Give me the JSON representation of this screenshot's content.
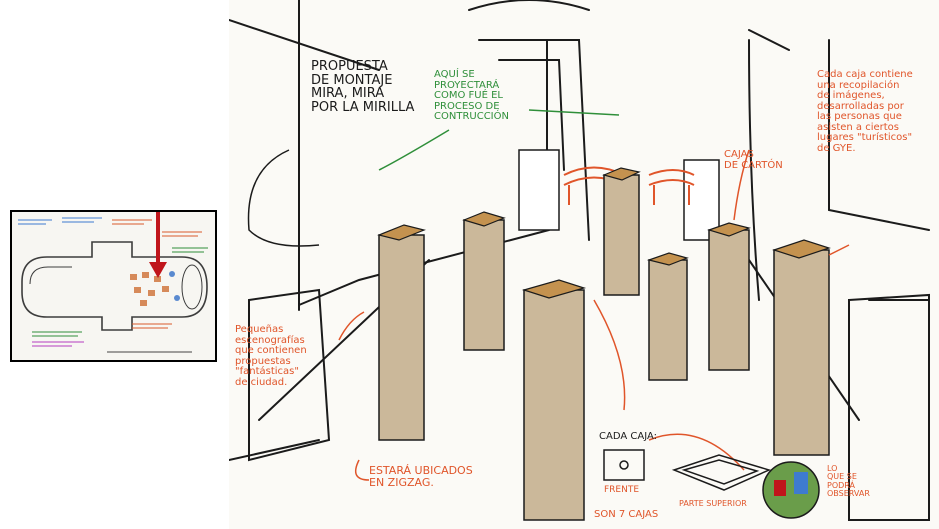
{
  "colors": {
    "ink": "#1b1b1b",
    "green": "#2f8f3a",
    "orange": "#e0552a",
    "box": "#cbb89a",
    "red_arrow": "#c0151b"
  },
  "sketch": {
    "title": "PROPUESTA\nDE MONTAJE\nMIRA, MIRA\nPOR LA MIRILLA",
    "green_note": "AQUÍ SE\nPROYECTARÁ\nCOMO FUÉ EL\nPROCESO DE\nCONTRUCCIÓN",
    "right_note": "Cada caja contiene\nuna recopilación\nde imágenes,\ndesarrolladas por\nlas personas que\nasisten a ciertos\nlugares \"turísticos\"\nde GYE.",
    "cajas_note": "CAJAS\nDE CARTÓN",
    "left_note": "Pequeñas\nescenografías\nque contienen\npropuestas\n\"fantásticas\"\nde ciudad.",
    "zigzag_note": "ESTARÁ UBICADOS\nEN ZIGZAG.",
    "cada_caja": "CADA CAJA:",
    "frente": "FRENTE",
    "parte_superior": "PARTE SUPERIOR",
    "son_7": "SON 7 CAJAS",
    "lo_que": "LO\nQUE SE\nPODRÁ\nOBSERVAR"
  }
}
